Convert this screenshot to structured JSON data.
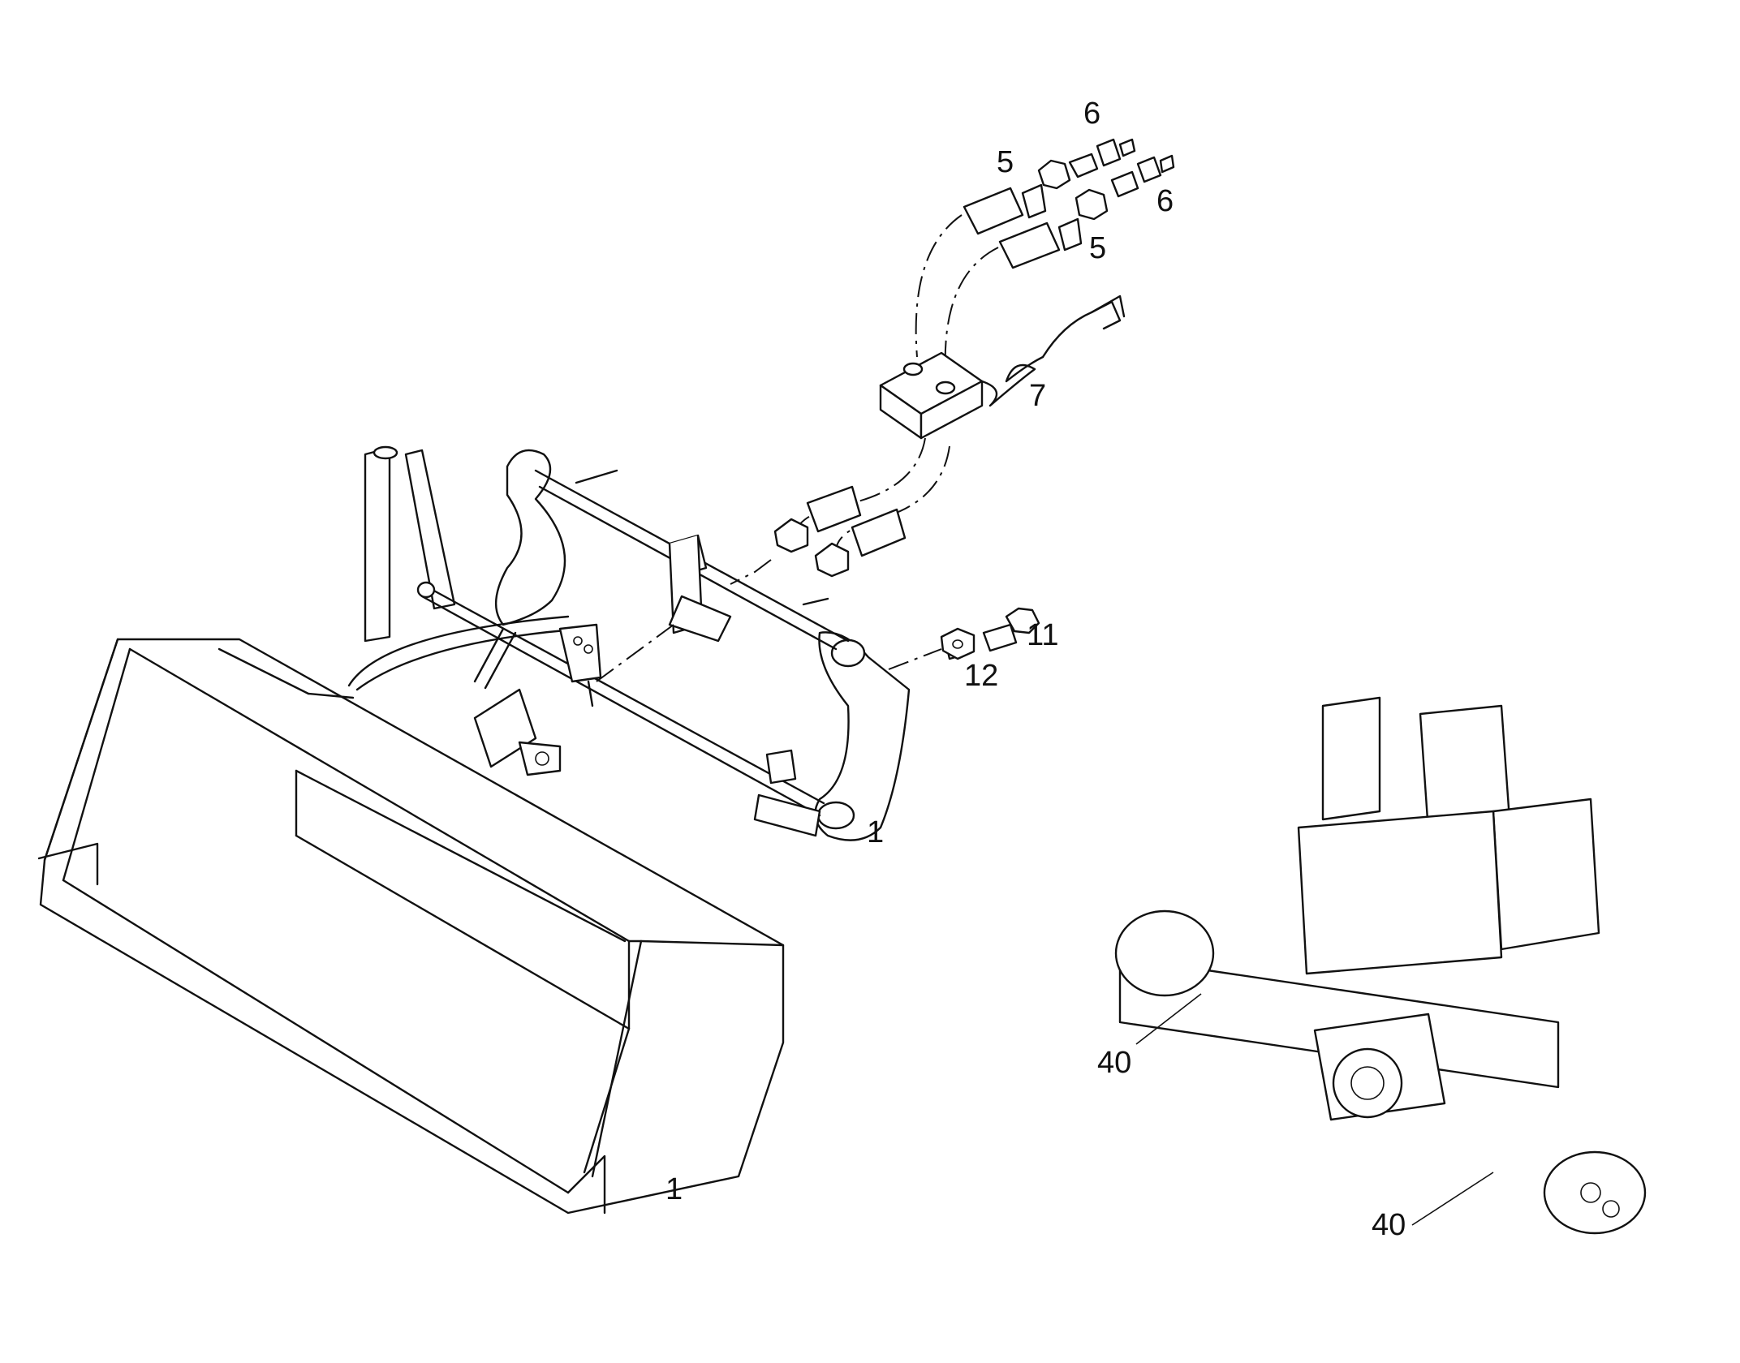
{
  "callouts": [
    {
      "id": "lbl-6a",
      "text": "6"
    },
    {
      "id": "lbl-6b",
      "text": "6"
    },
    {
      "id": "lbl-5a",
      "text": "5"
    },
    {
      "id": "lbl-5b",
      "text": "5"
    },
    {
      "id": "lbl-7",
      "text": "7"
    },
    {
      "id": "lbl-11",
      "text": "11"
    },
    {
      "id": "lbl-12",
      "text": "12"
    },
    {
      "id": "lbl-1a",
      "text": "1"
    },
    {
      "id": "lbl-1b",
      "text": "1"
    },
    {
      "id": "lbl-40a",
      "text": "40"
    },
    {
      "id": "lbl-40b",
      "text": "40"
    }
  ]
}
